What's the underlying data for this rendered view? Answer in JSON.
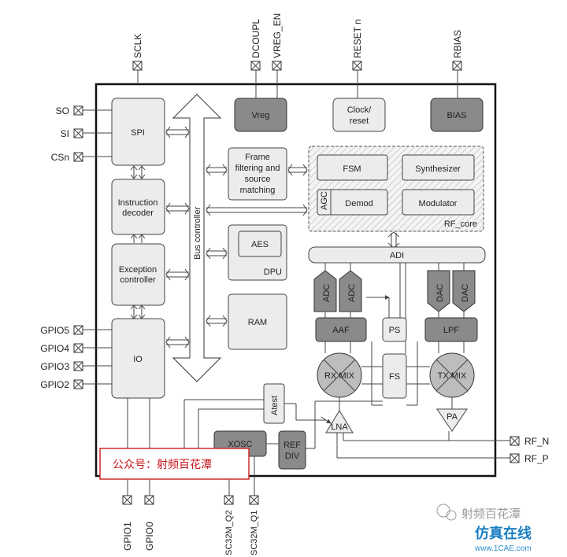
{
  "pins": {
    "SCLK": "SCLK",
    "DCOUPL": "DCOUPL",
    "VREG_EN": "VREG_EN",
    "RESETn": "RESET n",
    "RBIAS": "RBIAS",
    "SO": "SO",
    "SI": "SI",
    "CSn": "CSn",
    "GPIO5": "GPIO5",
    "GPIO4": "GPIO4",
    "GPIO3": "GPIO3",
    "GPIO2": "GPIO2",
    "GPIO1": "GPIO1",
    "GPIO0": "GPIO0",
    "XOSC_Q2": "SC32M_Q2",
    "XOSC_Q1": "SC32M_Q1",
    "RF_N": "RF_N",
    "RF_P": "RF_P"
  },
  "blocks": {
    "spi": "SPI",
    "instr1": "Instruction",
    "instr2": "decoder",
    "exc1": "Exception",
    "exc2": "controller",
    "io": "IO",
    "bus": "Bus controller",
    "vreg": "Vreg",
    "clock1": "Clock/",
    "clock2": "reset",
    "bias": "BIAS",
    "frame1": "Frame",
    "frame2": "filtering and",
    "frame3": "source",
    "frame4": "matching",
    "fsm": "FSM",
    "synth": "Synthesizer",
    "agc": "AGC",
    "demod": "Demod",
    "mod": "Modulator",
    "rfcore": "RF_core",
    "aes": "AES",
    "dpu": "DPU",
    "ram": "RAM",
    "adi": "ADI",
    "adc": "ADC",
    "dac": "DAC",
    "aaf": "AAF",
    "ps": "PS",
    "lpf": "LPF",
    "rxmix": "RX MIX",
    "fs": "FS",
    "txmix": "TX MIX",
    "atest": "Atest",
    "lna": "LNA",
    "pa": "PA",
    "xosc": "XOSC",
    "ref1": "REF",
    "ref2": "DIV"
  },
  "banner": "公众号：射频百花潭",
  "watermark": "射频百花潭",
  "logo": {
    "cn": "仿真在线",
    "url": "www.1CAE.com"
  }
}
